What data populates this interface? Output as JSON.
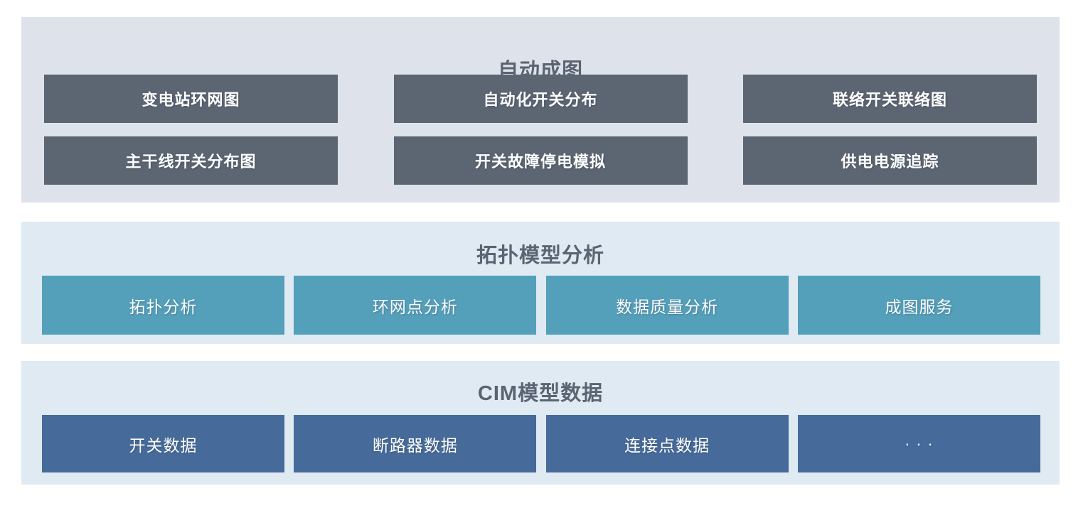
{
  "diagram": {
    "sections": [
      {
        "title": "自动成图",
        "items": [
          "变电站环网图",
          "自动化开关分布",
          "联络开关联络图",
          "主干线开关分布图",
          "开关故障停电模拟",
          "供电电源追踪"
        ]
      },
      {
        "title": "拓扑模型分析",
        "items": [
          "拓扑分析",
          "环网点分析",
          "数据质量分析",
          "成图服务"
        ]
      },
      {
        "title": "CIM模型数据",
        "items": [
          "开关数据",
          "断路器数据",
          "连接点数据",
          "· · ·"
        ]
      }
    ],
    "colors": {
      "layer_top_background": "#dee2ea",
      "layer_lower_background": "#dfeaf2",
      "box_dark_gray": "#5c6572",
      "box_teal": "#549fba",
      "box_blue": "#466b9a",
      "title_text": "#5b6472",
      "box_text": "#ffffff"
    }
  }
}
